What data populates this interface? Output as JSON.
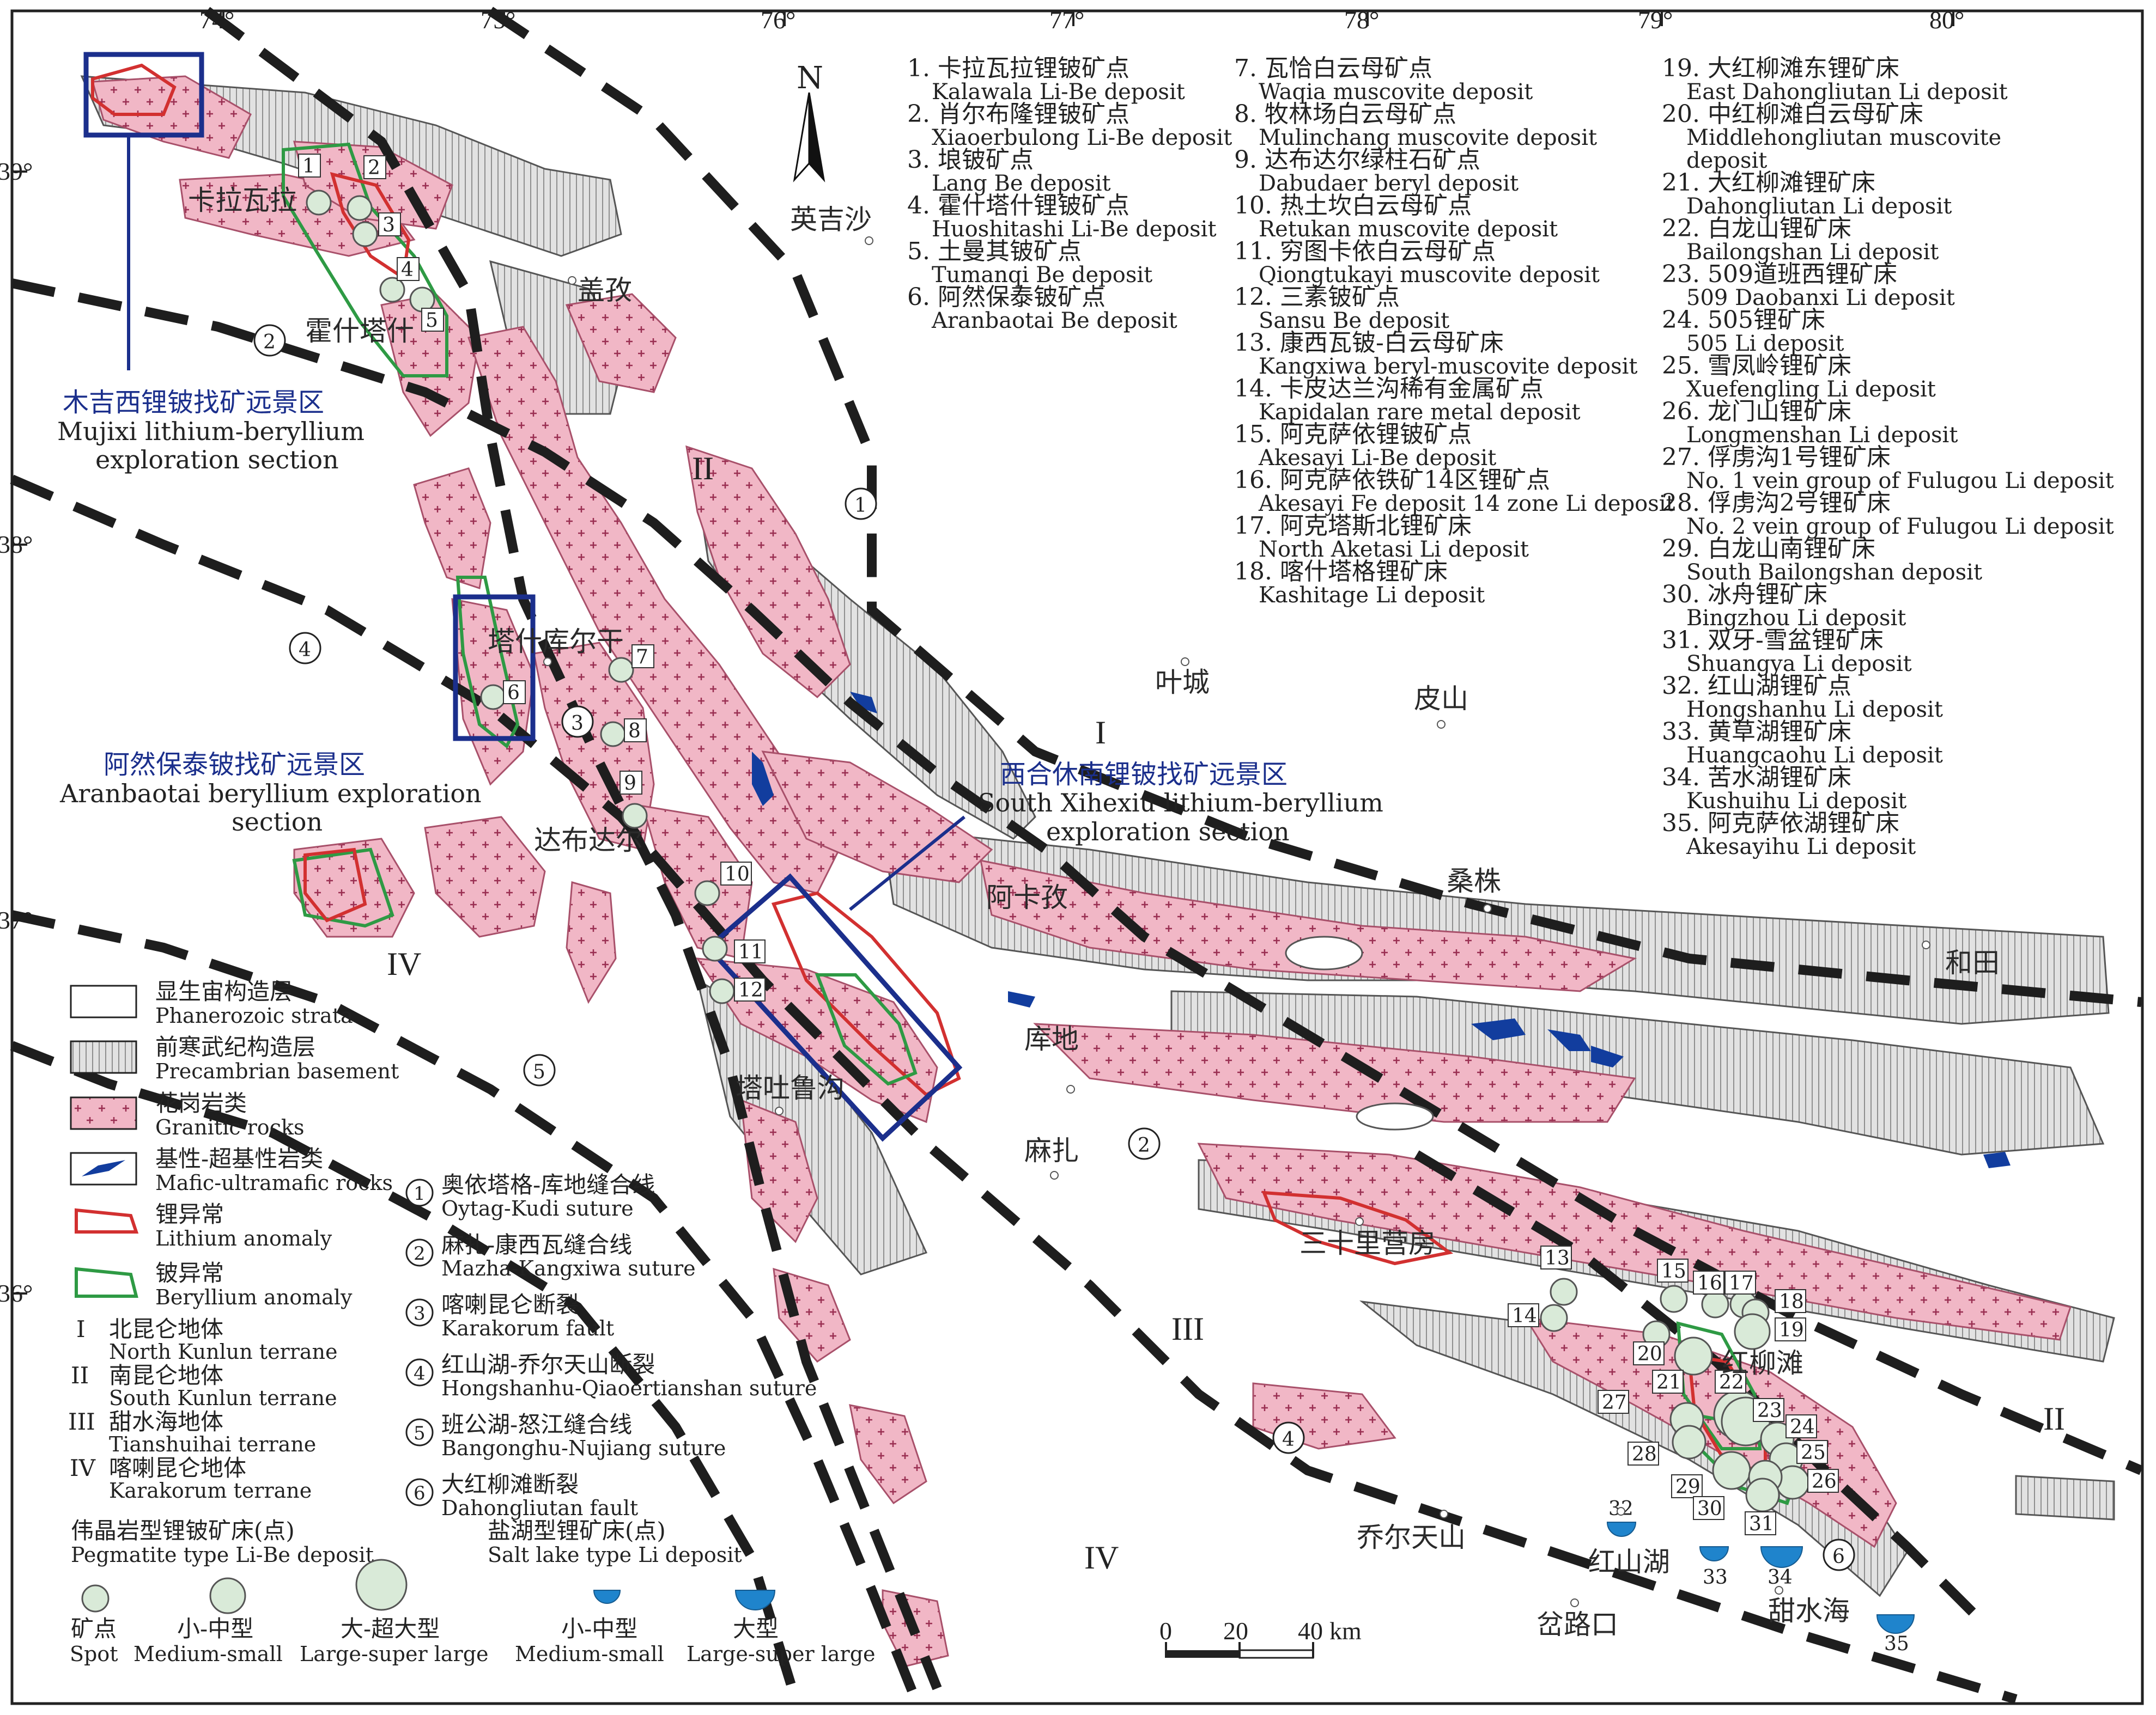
{
  "map": {
    "north_label": "N",
    "longitudes": [
      "74°",
      "75°",
      "76°",
      "77°",
      "78°",
      "79°",
      "80°"
    ],
    "latitudes": [
      "39°",
      "38°",
      "37°",
      "36°"
    ],
    "roman_labels": [
      "I",
      "II",
      "II",
      "III",
      "IV",
      "IV"
    ],
    "fault_markers": [
      "1",
      "2",
      "2",
      "3",
      "4",
      "4",
      "5",
      "6"
    ],
    "places": [
      "卡拉瓦拉",
      "霍什塔什",
      "盖孜",
      "英吉沙",
      "塔什库尔干",
      "达布达尔",
      "叶城",
      "皮山",
      "阿卡孜",
      "桑株",
      "和田",
      "库地",
      "麻扎",
      "塔吐鲁沟",
      "三十里营房",
      "红柳滩",
      "乔尔天山",
      "红山湖",
      "岔路口",
      "甜水海"
    ]
  },
  "sections": {
    "mujixi": {
      "zh": "木吉西锂铍找矿远景区",
      "en1": "Mujixi lithium-beryllium",
      "en2": "exploration section"
    },
    "aranbaotai": {
      "zh": "阿然保泰铍找矿远景区",
      "en1": "Aranbaotai beryllium exploration",
      "en2": "section"
    },
    "xihexiu": {
      "zh": "西合休南锂铍找矿远景区",
      "en1": "South Xihexiu lithium-beryllium",
      "en2": "exploration section"
    }
  },
  "deposits": [
    {
      "zh": "1. 卡拉瓦拉锂铍矿点",
      "en": "Kalawala Li-Be deposit"
    },
    {
      "zh": "2. 肖尔布隆锂铍矿点",
      "en": "Xiaoerbulong Li-Be deposit"
    },
    {
      "zh": "3. 埌铍矿点",
      "en": "Lang Be deposit"
    },
    {
      "zh": "4. 霍什塔什锂铍矿点",
      "en": "Huoshitashi Li-Be deposit"
    },
    {
      "zh": "5. 土曼其铍矿点",
      "en": "Tumanqi Be deposit"
    },
    {
      "zh": "6. 阿然保泰铍矿点",
      "en": "Aranbaotai Be deposit"
    },
    {
      "zh": "7. 瓦恰白云母矿点",
      "en": "Waqia muscovite deposit"
    },
    {
      "zh": "8. 牧林场白云母矿点",
      "en": "Mulinchang muscovite deposit"
    },
    {
      "zh": "9. 达布达尔绿柱石矿点",
      "en": "Dabudaer beryl deposit"
    },
    {
      "zh": "10. 热土坎白云母矿点",
      "en": "Retukan muscovite deposit"
    },
    {
      "zh": "11. 穷图卡依白云母矿点",
      "en": "Qiongtukayi muscovite deposit"
    },
    {
      "zh": "12. 三素铍矿点",
      "en": "Sansu Be deposit"
    },
    {
      "zh": "13. 康西瓦铍-白云母矿床",
      "en": "Kangxiwa beryl-muscovite deposit"
    },
    {
      "zh": "14. 卡皮达兰沟稀有金属矿点",
      "en": "Kapidalan rare metal deposit"
    },
    {
      "zh": "15. 阿克萨依锂铍矿点",
      "en": "Akesayi Li-Be deposit"
    },
    {
      "zh": "16. 阿克萨依铁矿14区锂矿点",
      "en": "Akesayi Fe deposit 14 zone Li deposit"
    },
    {
      "zh": "17. 阿克塔斯北锂矿床",
      "en": "North Aketasi Li deposit"
    },
    {
      "zh": "18. 喀什塔格锂矿床",
      "en": "Kashitage Li deposit"
    },
    {
      "zh": "19. 大红柳滩东锂矿床",
      "en": "East Dahongliutan Li deposit"
    },
    {
      "zh": "20. 中红柳滩白云母矿床",
      "en": "Middlehongliutan muscovite",
      "en2": "deposit"
    },
    {
      "zh": "21. 大红柳滩锂矿床",
      "en": "Dahongliutan Li deposit"
    },
    {
      "zh": "22. 白龙山锂矿床",
      "en": "Bailongshan Li deposit"
    },
    {
      "zh": "23. 509道班西锂矿床",
      "en": "509 Daobanxi Li deposit"
    },
    {
      "zh": "24. 505锂矿床",
      "en": "505 Li deposit"
    },
    {
      "zh": "25. 雪凤岭锂矿床",
      "en": "Xuefengling Li deposit"
    },
    {
      "zh": "26. 龙门山锂矿床",
      "en": "Longmenshan Li deposit"
    },
    {
      "zh": "27. 俘虏沟1号锂矿床",
      "en": "No. 1 vein group of Fulugou Li deposit"
    },
    {
      "zh": "28. 俘虏沟2号锂矿床",
      "en": "No. 2 vein group of Fulugou Li deposit"
    },
    {
      "zh": "29. 白龙山南锂矿床",
      "en": "South Bailongshan deposit"
    },
    {
      "zh": "30. 冰舟锂矿床",
      "en": "Bingzhou Li deposit"
    },
    {
      "zh": "31. 双牙-雪盆锂矿床",
      "en": "Shuangya Li deposit"
    },
    {
      "zh": "32. 红山湖锂矿点",
      "en": "Hongshanhu Li deposit"
    },
    {
      "zh": "33. 黄草湖锂矿床",
      "en": "Huangcaohu Li deposit"
    },
    {
      "zh": "34. 苦水湖锂矿床",
      "en": "Kushuihu Li deposit"
    },
    {
      "zh": "35. 阿克萨依湖锂矿床",
      "en": "Akesayihu Li deposit"
    }
  ],
  "legend": {
    "phanerozoic": {
      "zh": "显生宙构造层",
      "en": "Phanerozoic strata"
    },
    "precambrian": {
      "zh": "前寒武纪构造层",
      "en": "Precambrian basement"
    },
    "granitic": {
      "zh": "花岗岩类",
      "en": "Granitic rocks"
    },
    "mafic": {
      "zh": "基性-超基性岩类",
      "en": "Mafic-ultramafic rocks"
    },
    "li_anomaly": {
      "zh": "锂异常",
      "en": "Lithium anomaly"
    },
    "be_anomaly": {
      "zh": "铍异常",
      "en": "Beryllium anomaly"
    },
    "terranes": [
      {
        "num": "I",
        "zh": "北昆仑地体",
        "en": "North Kunlun terrane"
      },
      {
        "num": "II",
        "zh": "南昆仑地体",
        "en": "South Kunlun terrane"
      },
      {
        "num": "III",
        "zh": "甜水海地体",
        "en": "Tianshuihai terrane"
      },
      {
        "num": "IV",
        "zh": "喀喇昆仑地体",
        "en": "Karakorum terrane"
      }
    ],
    "faults": [
      {
        "num": "1",
        "zh": "奥依塔格-库地缝合线",
        "en": "Oytag-Kudi suture"
      },
      {
        "num": "2",
        "zh": "麻扎-康西瓦缝合线",
        "en": "Mazha-Kangxiwa suture"
      },
      {
        "num": "3",
        "zh": "喀喇昆仑断裂",
        "en": "Karakorum fault"
      },
      {
        "num": "4",
        "zh": "红山湖-乔尔天山断裂",
        "en": "Hongshanhu-Qiaoertianshan suture"
      },
      {
        "num": "5",
        "zh": "班公湖-怒江缝合线",
        "en": "Bangonghu-Nujiang suture"
      },
      {
        "num": "6",
        "zh": "大红柳滩断裂",
        "en": "Dahongliutan fault"
      }
    ],
    "pegmatite_title": {
      "zh": "伟晶岩型锂铍矿床(点)",
      "en": "Pegmatite type Li-Be deposit"
    },
    "salt_title": {
      "zh": "盐湖型锂矿床(点)",
      "en": "Salt lake type Li deposit"
    },
    "sizes": [
      {
        "zh": "矿点",
        "en": "Spot"
      },
      {
        "zh": "小-中型",
        "en": "Medium-small"
      },
      {
        "zh": "大-超大型",
        "en": "Large-super large"
      },
      {
        "zh": "小-中型",
        "en": "Medium-small"
      },
      {
        "zh": "大型",
        "en": "Large-super large"
      }
    ]
  },
  "scale": {
    "ticks": [
      "0",
      "20",
      "40"
    ],
    "unit": "km"
  }
}
